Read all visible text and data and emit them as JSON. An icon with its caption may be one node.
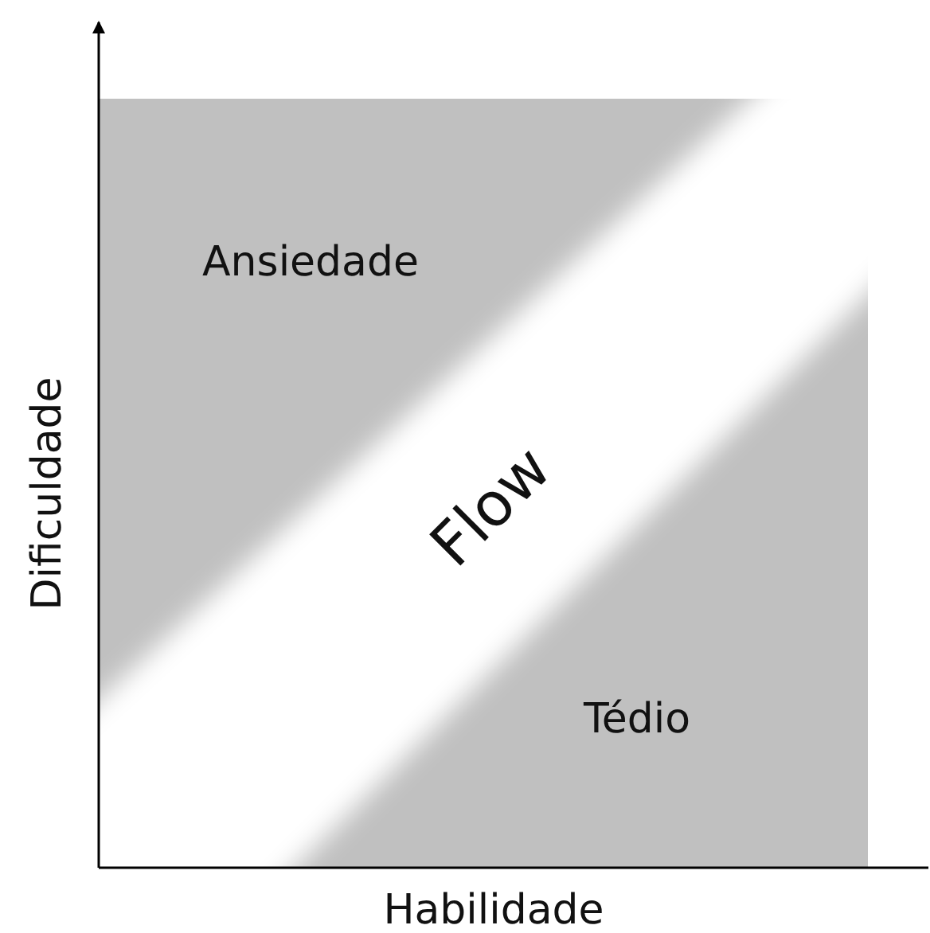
{
  "diagram": {
    "nodes": [
      {
        "text": [
          "Ansiedade"
        ]
      },
      {
        "text": [
          "Flow"
        ]
      },
      {
        "text": [
          "Tédio"
        ]
      }
    ],
    "labels": [
      "Dificuldade",
      "Habilidade"
    ]
  }
}
